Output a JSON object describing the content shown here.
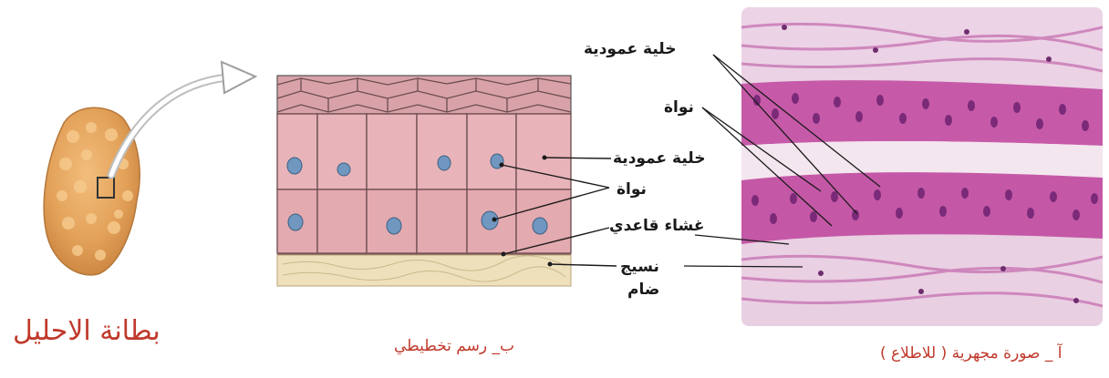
{
  "organ_label": "بطانة الاحليل",
  "diagram": {
    "caption": "ب_ رسم تخطيطي",
    "labels": {
      "columnar_cell": "خلية عمودية",
      "nucleus": "نواة",
      "basement_membrane": "غشاء قاعدي",
      "connective_tissue_1": "نسيج",
      "connective_tissue_2": "ضام"
    }
  },
  "micrograph": {
    "caption": "آ _ صورة مجهرية ( للاطلاع )",
    "labels": {
      "columnar_cell": "خلية عمودية",
      "nucleus": "نواة"
    }
  },
  "colors": {
    "organ": "#e3a25a",
    "cell": "#e6aab0",
    "nucleus": "#6f97bf",
    "connective": "#eee0bb",
    "caption": "#c0392b",
    "stain": "#c05aa8"
  }
}
